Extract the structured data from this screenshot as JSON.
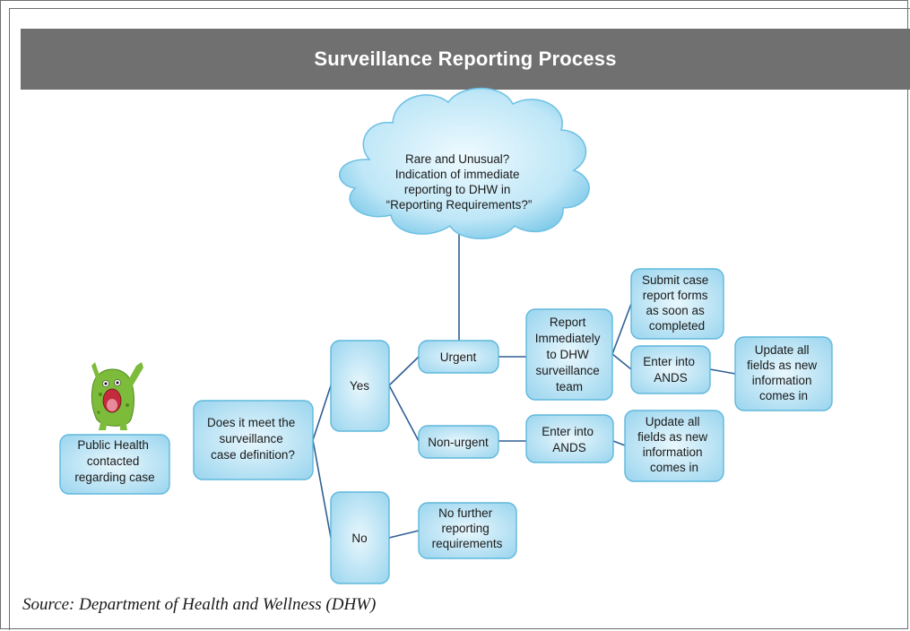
{
  "title": "Surveillance Reporting Process",
  "cloud": {
    "lines": [
      "Rare and Unusual?",
      "Indication of immediate",
      "reporting to DHW in",
      "“Reporting Requirements?”"
    ]
  },
  "nodes": {
    "public_health": [
      "Public Health",
      "contacted",
      "regarding case"
    ],
    "question": [
      "Does it meet the",
      "surveillance",
      "case definition?"
    ],
    "yes": [
      "Yes"
    ],
    "no": [
      "No"
    ],
    "urgent": [
      "Urgent"
    ],
    "non_urgent": [
      "Non-urgent"
    ],
    "no_further": [
      "No further",
      "reporting",
      "requirements"
    ],
    "report_immediately": [
      "Report",
      "Immediately",
      "to DHW",
      "surveillance",
      "team"
    ],
    "submit_forms": [
      "Submit case",
      "report forms",
      "as soon as",
      "completed"
    ],
    "enter_ands_urgent": [
      "Enter into",
      "ANDS"
    ],
    "update_urgent": [
      "Update all",
      "fields as new",
      "information",
      "comes in"
    ],
    "enter_ands_nonurgent": [
      "Enter into",
      "ANDS"
    ],
    "update_nonurgent": [
      "Update all",
      "fields as new",
      "information",
      "comes in"
    ]
  },
  "source": "Source:  Department of Health and Wellness (DHW)",
  "colors": {
    "title_bar": "#707070",
    "box_fill": "#bde5f4",
    "box_stroke": "#5fb8dc",
    "connector": "#2f5f93",
    "monster_body": "#7dbb3a"
  },
  "icons": {
    "mascot": "green-germ-monster-icon"
  }
}
